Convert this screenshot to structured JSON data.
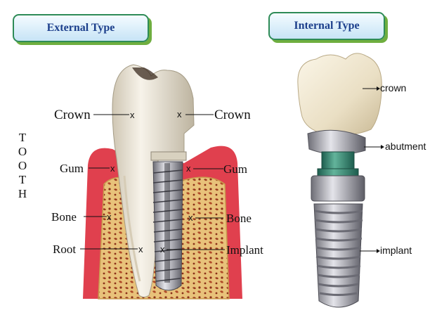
{
  "tabs": {
    "external": "External Type",
    "internal": "Internal Type"
  },
  "tooth_vertical": [
    "T",
    "O",
    "O",
    "T",
    "H"
  ],
  "external_labels": {
    "crown_left": "Crown",
    "crown_right": "Crown",
    "gum_left": "Gum",
    "gum_right": "Gum",
    "bone_left": "Bone",
    "bone_right": "Bone",
    "root": "Root",
    "implant": "Implant"
  },
  "internal_labels": {
    "crown": "crown",
    "abutment": "abutment",
    "implant": "implant"
  },
  "colors": {
    "tab_border": "#2e8b57",
    "tab_shadow": "#6fae3f",
    "tab_text": "#1c3f8c",
    "gum": "#e0404e",
    "bone": "#e8c27a",
    "tooth": "#efe9dc",
    "metal": "#9a9aa0",
    "abutment_green": "#2f7f6a"
  }
}
